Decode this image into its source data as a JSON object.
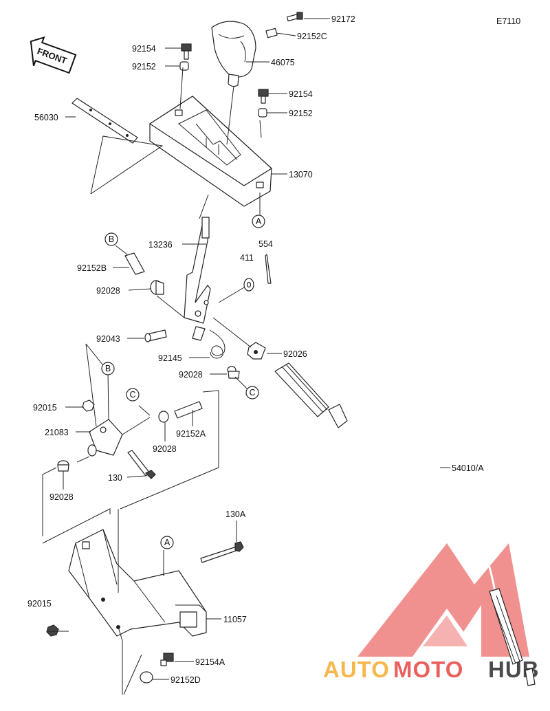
{
  "diagram_code": "E7110",
  "front_label": "FRONT",
  "ref_markers": {
    "a": "A",
    "b": "B",
    "c": "C"
  },
  "parts": {
    "p92172": "92172",
    "p92152c": "92152C",
    "p92154_top": "92154",
    "p92152_top": "92152",
    "p46075": "46075",
    "p92154_right": "92154",
    "p92152_right": "92152",
    "p56030": "56030",
    "p13070": "13070",
    "p13236": "13236",
    "p554": "554",
    "p411": "411",
    "p92152b": "92152B",
    "p92028_a": "92028",
    "p92043": "92043",
    "p92145": "92145",
    "p92026": "92026",
    "p92028_b": "92028",
    "p92015_top": "92015",
    "p21083": "21083",
    "p92152a": "92152A",
    "p92028_c": "92028",
    "p130": "130",
    "p92028_d": "92028",
    "p54010a": "54010/A",
    "p130a": "130A",
    "p92015_bottom": "92015",
    "p11057": "11057",
    "p92154a": "92154A",
    "p92152d": "92152D"
  },
  "watermark": {
    "part1": "AUTO",
    "part2": "MOTO",
    "part3": "HUB"
  },
  "colors": {
    "watermark_red": "#e53935",
    "watermark_orange": "#f5a623",
    "watermark_dark": "#2b2b2b"
  }
}
